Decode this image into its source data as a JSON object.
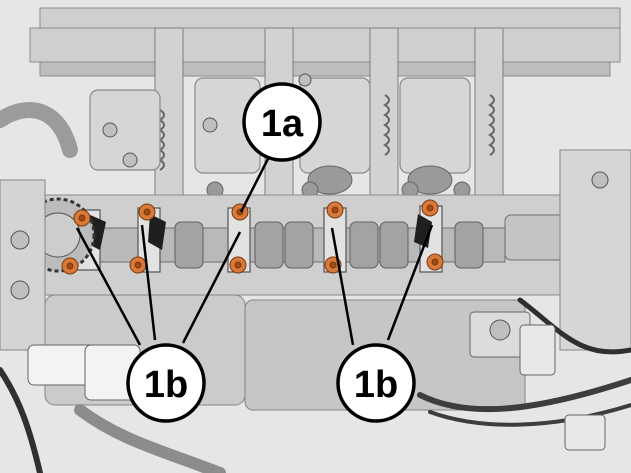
{
  "callouts": {
    "a": {
      "label": "1a"
    },
    "b_left": {
      "label": "1b"
    },
    "b_right": {
      "label": "1b"
    }
  },
  "colors": {
    "bolt": "#d9793a",
    "bolt_dark": "#a24a14",
    "engine_light": "#d8d8d8",
    "engine_mid": "#bdbdbd",
    "engine_dark": "#8a8a8a",
    "line": "#000000"
  }
}
